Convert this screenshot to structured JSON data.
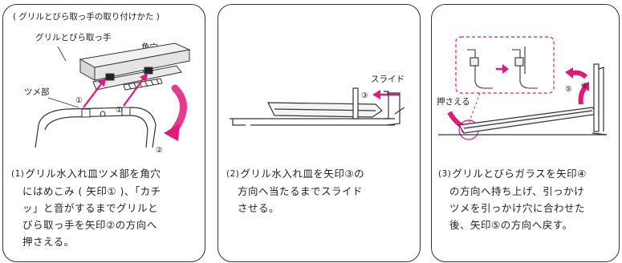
{
  "panel1": {
    "heading": "( グリルとびら取っ手の取り付けかた )",
    "label_handle": "グリルとびら取っ手",
    "label_hole": "角穴",
    "label_claw": "ツメ部",
    "mark_1": "①",
    "mark_2": "②",
    "caption": {
      "number": "(1)",
      "lines": [
        "グリル水入れ皿ツメ部を角穴",
        "にはめこみ ( 矢印① )、「カチ",
        "ッ」と音がするまでグリルと",
        "びら取っ手を矢印②の方向へ",
        "押さえる。"
      ]
    }
  },
  "panel2": {
    "label_slide": "スライド",
    "mark_3": "③",
    "caption": {
      "number": "(2)",
      "lines": [
        "グリル水入れ皿を矢印③の",
        "方向へ当たるまでスライド",
        "させる。"
      ]
    }
  },
  "panel3": {
    "label_press": "押さえる",
    "mark_4": "④",
    "mark_5": "⑤",
    "caption": {
      "number": "(3)",
      "lines": [
        "グリルとびらガラスを矢印④",
        "の方向へ持ち上げ、引っかけ",
        "ツメを引っかけ穴に合わせた",
        "後、矢印⑤の方向へ戻す。"
      ]
    }
  },
  "colors": {
    "accent": "#e0197a",
    "line": "#333333"
  }
}
